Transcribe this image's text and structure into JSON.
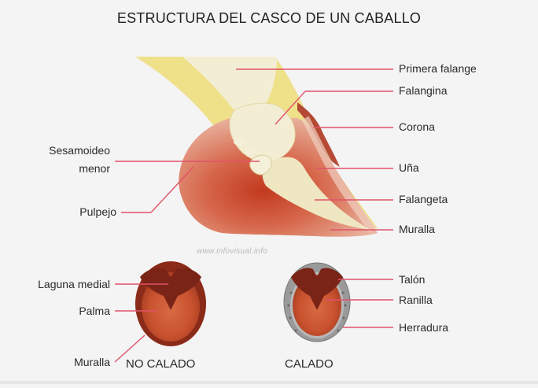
{
  "title": "ESTRUCTURA DEL CASCO DE UN CABALLO",
  "watermark": "www.infovisual.info",
  "labels": {
    "primera_falange": "Primera falange",
    "falangina": "Falangina",
    "corona": "Corona",
    "una": "Uña",
    "falangeta": "Falangeta",
    "muralla_top": "Muralla",
    "sesamoideo_line1": "Sesamoideo",
    "sesamoideo_line2": "menor",
    "pulpejo": "Pulpejo",
    "laguna_medial": "Laguna medial",
    "palma": "Palma",
    "muralla_bottom": "Muralla",
    "talon": "Talón",
    "ranilla": "Ranilla",
    "herradura": "Herradura"
  },
  "captions": {
    "no_calado": "NO CALADO",
    "calado": "CALADO"
  },
  "colors": {
    "leader_line": "#e0526a",
    "bone": "#f1ebc4",
    "cartilage_yellow": "#efe08a",
    "hoof_pink": "#e7a58f",
    "hoof_red": "#c44a30",
    "hoof_dark": "#7a2418",
    "shoe_gray": "#8e8e8e"
  }
}
